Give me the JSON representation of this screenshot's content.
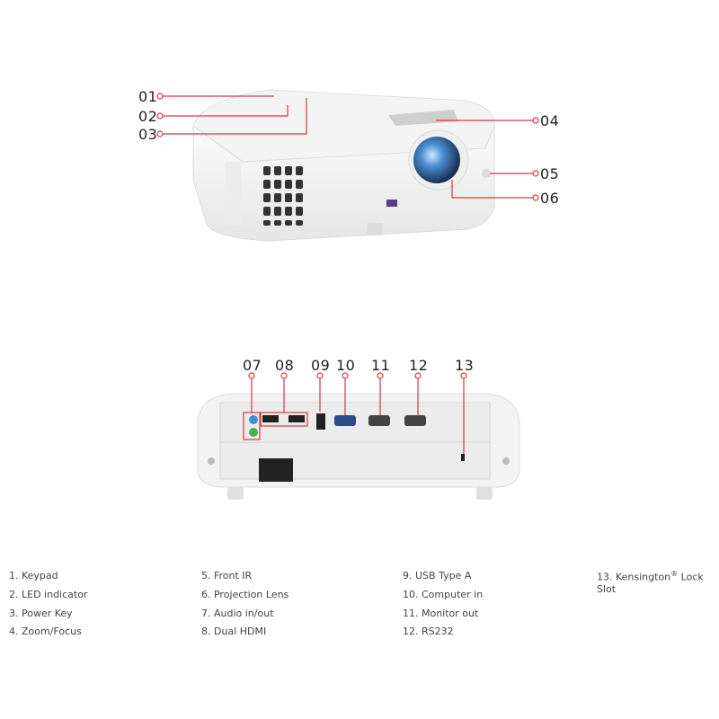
{
  "front_view": {
    "callouts": [
      {
        "num": "01"
      },
      {
        "num": "02"
      },
      {
        "num": "03"
      },
      {
        "num": "04"
      },
      {
        "num": "05"
      },
      {
        "num": "06"
      }
    ]
  },
  "rear_view": {
    "callouts": [
      {
        "num": "07"
      },
      {
        "num": "08"
      },
      {
        "num": "09"
      },
      {
        "num": "10"
      },
      {
        "num": "11"
      },
      {
        "num": "12"
      },
      {
        "num": "13"
      }
    ]
  },
  "legend": {
    "items": [
      "1. Keypad",
      "2. LED indicator",
      "3. Power Key",
      "4. Zoom/Focus",
      "5. Front IR",
      "6. Projection Lens",
      "7. Audio in/out",
      "8. Dual HDMI",
      "9. USB Type A",
      "10. Computer in",
      "11. Monitor out",
      "12. RS232"
    ],
    "item13_prefix": "13. Kensington",
    "item13_sup": "®",
    "item13_suffix": " Lock Slot"
  },
  "colors": {
    "callout_line": "#d9383a",
    "text": "#222222"
  }
}
